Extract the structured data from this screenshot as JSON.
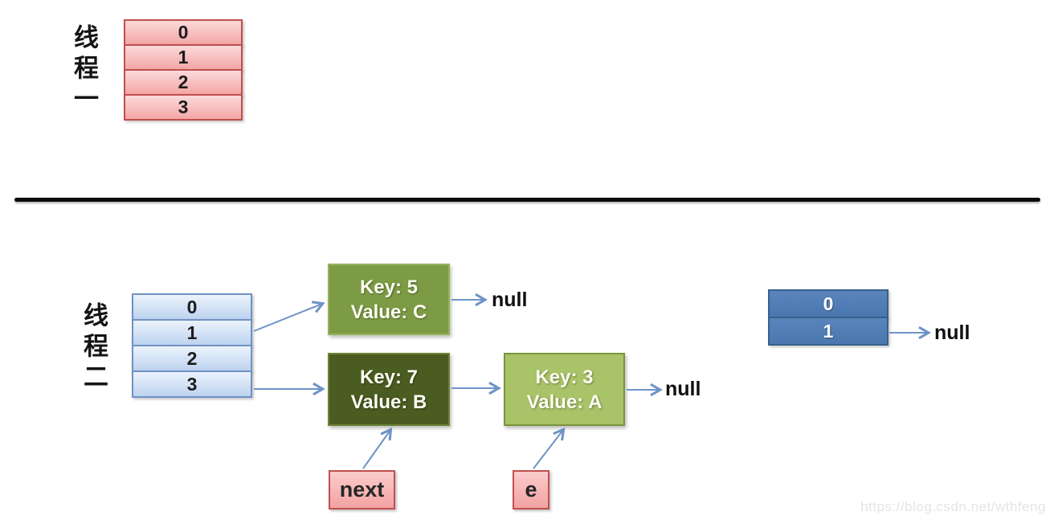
{
  "threads": {
    "thread1": {
      "label": "线程一",
      "buckets": [
        "0",
        "1",
        "2",
        "3"
      ]
    },
    "thread2": {
      "label": "线程二",
      "buckets": [
        "0",
        "1",
        "2",
        "3"
      ]
    }
  },
  "nodes": {
    "node_c": {
      "key": "Key: 5",
      "value": "Value: C"
    },
    "node_b": {
      "key": "Key: 7",
      "value": "Value: B"
    },
    "node_a": {
      "key": "Key: 3",
      "value": "Value: A"
    }
  },
  "pointers": {
    "next_label": "next",
    "e_label": "e"
  },
  "null_labels": {
    "after_node_c": "null",
    "after_node_a": "null",
    "after_right_table": "null"
  },
  "right_table": {
    "buckets": [
      "0",
      "1"
    ]
  },
  "watermark": "https://blog.csdn.net/wthfeng",
  "colors": {
    "pink_fill": "#f4a6a6",
    "pink_border": "#c0504d",
    "light_blue_fill": "#bdd3f0",
    "light_blue_border": "#6f92c1",
    "steel_blue_fill": "#4f7cb6",
    "steel_blue_border": "#36618e",
    "olive_fill": "#7d9b44",
    "dark_olive_fill": "#4b5c21",
    "light_olive_fill": "#a9c368",
    "arrow": "#6e93c6",
    "divider": "#000000"
  }
}
